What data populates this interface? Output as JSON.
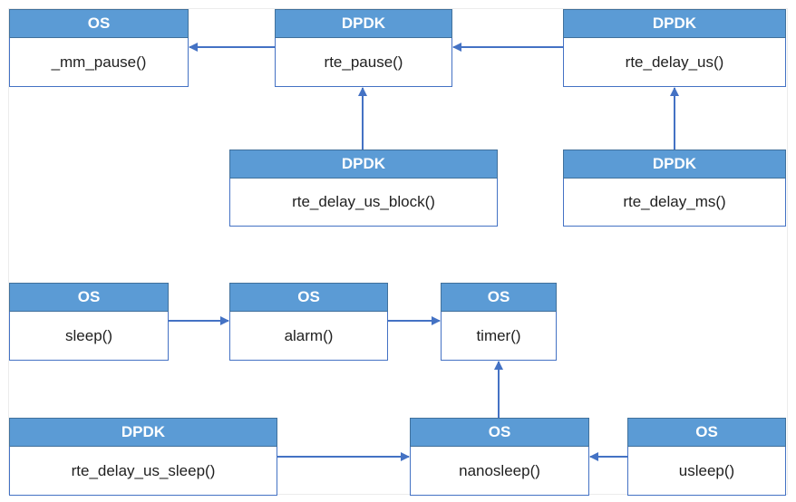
{
  "colors": {
    "header": "#5b9bd5",
    "header_border": "#41719c",
    "body_border": "#4472c4",
    "arrow": "#4472c4"
  },
  "nodes": [
    {
      "id": "mm_pause",
      "tag": "OS",
      "func": "_mm_pause()"
    },
    {
      "id": "rte_pause",
      "tag": "DPDK",
      "func": "rte_pause()"
    },
    {
      "id": "rte_delay_us",
      "tag": "DPDK",
      "func": "rte_delay_us()"
    },
    {
      "id": "rte_delay_us_block",
      "tag": "DPDK",
      "func": "rte_delay_us_block()"
    },
    {
      "id": "rte_delay_ms",
      "tag": "DPDK",
      "func": "rte_delay_ms()"
    },
    {
      "id": "sleep",
      "tag": "OS",
      "func": "sleep()"
    },
    {
      "id": "alarm",
      "tag": "OS",
      "func": "alarm()"
    },
    {
      "id": "timer",
      "tag": "OS",
      "func": "timer()"
    },
    {
      "id": "rte_delay_us_sleep",
      "tag": "DPDK",
      "func": "rte_delay_us_sleep()"
    },
    {
      "id": "nanosleep",
      "tag": "OS",
      "func": "nanosleep()"
    },
    {
      "id": "usleep",
      "tag": "OS",
      "func": "usleep()"
    }
  ],
  "edges": [
    {
      "from": "rte_pause",
      "to": "mm_pause"
    },
    {
      "from": "rte_delay_us",
      "to": "rte_pause"
    },
    {
      "from": "rte_delay_us_block",
      "to": "rte_pause"
    },
    {
      "from": "rte_delay_ms",
      "to": "rte_delay_us"
    },
    {
      "from": "sleep",
      "to": "alarm"
    },
    {
      "from": "alarm",
      "to": "timer"
    },
    {
      "from": "nanosleep",
      "to": "timer"
    },
    {
      "from": "rte_delay_us_sleep",
      "to": "nanosleep"
    },
    {
      "from": "usleep",
      "to": "nanosleep"
    }
  ]
}
